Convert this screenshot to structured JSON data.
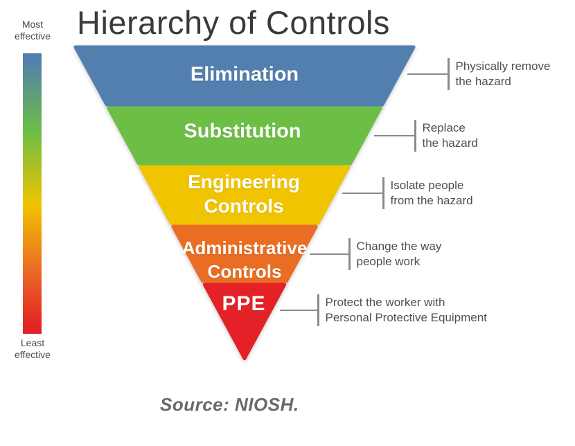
{
  "title": "Hierarchy of Controls",
  "scale": {
    "most_label": "Most effective",
    "least_label": "Least effective"
  },
  "levels": [
    {
      "name": "Elimination",
      "description": "Physically remove\nthe hazard",
      "color": "#527fae"
    },
    {
      "name": "Substitution",
      "description": "Replace\nthe hazard",
      "color": "#6cbe45"
    },
    {
      "name": "Engineering\nControls",
      "description": "Isolate people\nfrom the hazard",
      "color": "#f0c400"
    },
    {
      "name": "Administrative\nControls",
      "description": "Change the way\npeople work",
      "color": "#ea6d24"
    },
    {
      "name": "PPE",
      "description": "Protect the worker with\nPersonal Protective Equipment",
      "color": "#e32126"
    }
  ],
  "backdrop_color": "#d8d8d8",
  "connector_color": "#8a8a8a",
  "source": "Source: NIOSH."
}
